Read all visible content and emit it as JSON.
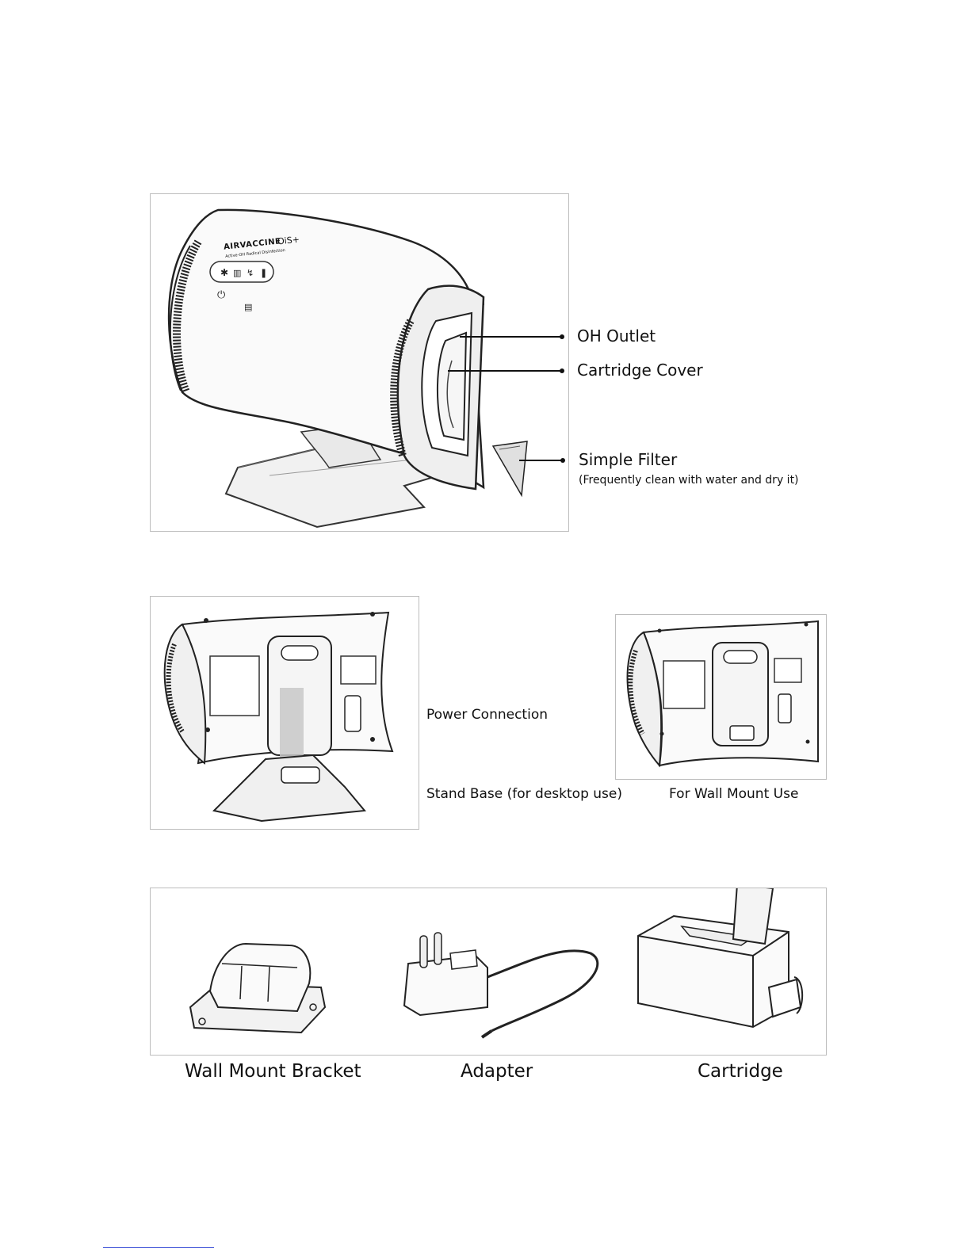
{
  "product": {
    "logo": "AIRVACCINE",
    "model": "OiS+",
    "tagline": "Active-OH Radical Disinfection"
  },
  "figure1": {
    "callouts": [
      {
        "label": "OH Outlet"
      },
      {
        "label": "Cartridge Cover"
      },
      {
        "label": "Simple Filter",
        "note": "(Frequently clean with water and dry it)"
      }
    ]
  },
  "figure2": {
    "callouts": [
      {
        "label": "Power Connection"
      },
      {
        "label": "Stand Base (for desktop use)"
      },
      {
        "label": "For Wall Mount Use"
      }
    ]
  },
  "figure3": {
    "captions": [
      "Wall Mount Bracket",
      "Adapter",
      "Cartridge"
    ]
  }
}
